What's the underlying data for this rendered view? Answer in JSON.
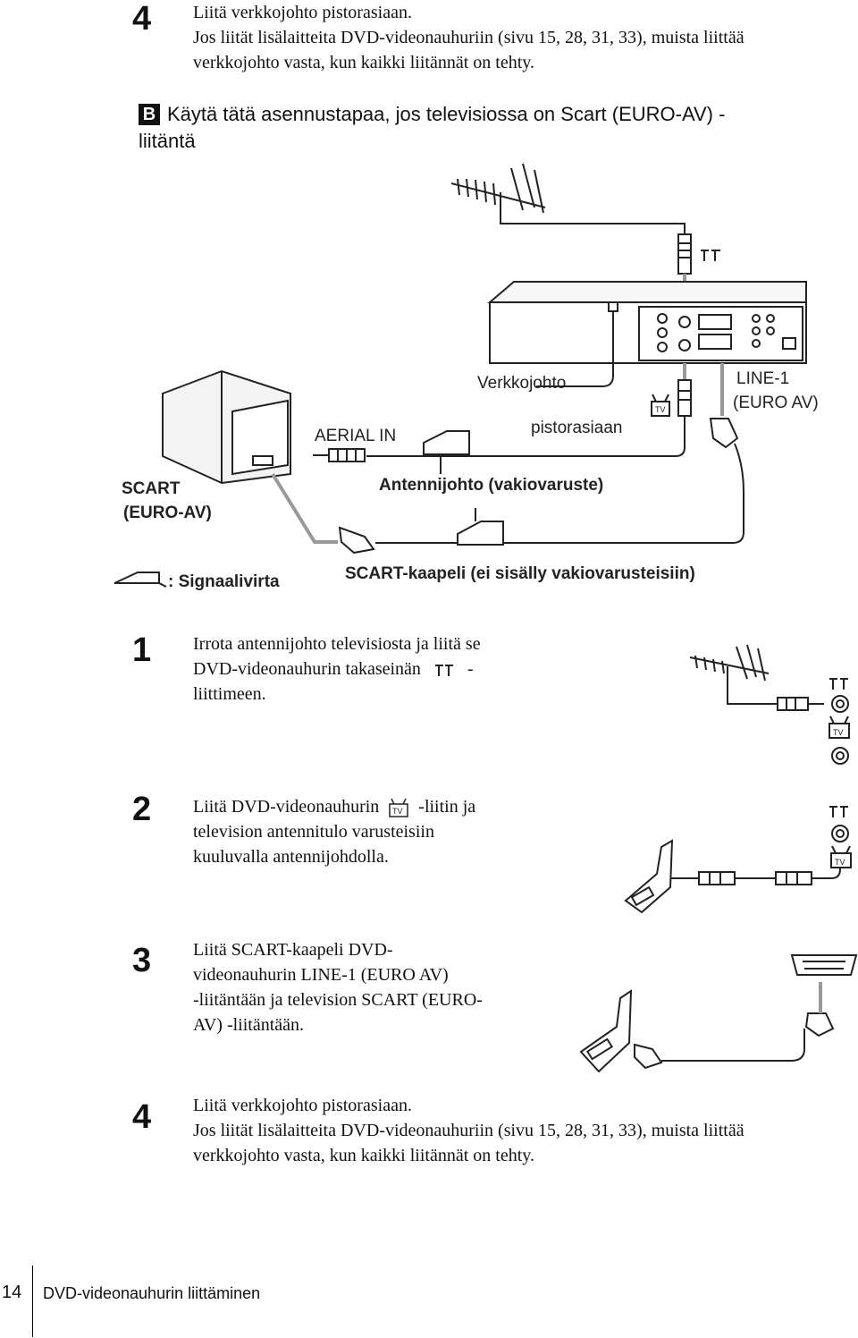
{
  "top_step": {
    "number": "4",
    "line1": "Liitä verkkojohto pistorasiaan.",
    "line2": "Jos liität lisälaitteita DVD-videonauhuriin (sivu 15, 28, 31, 33), muista liittää",
    "line3": "verkkojohto vasta, kun kaikki liitännät on tehty."
  },
  "section": {
    "badge": "B",
    "title_line1": "Käytä tätä asennustapaa, jos televisiossa on Scart (EURO-AV) -",
    "title_line2": "liitäntä"
  },
  "diagram": {
    "verkkojohto": "Verkkojohto",
    "pistorasiaan": "pistorasiaan",
    "line1_label": "LINE-1",
    "line1_sub": "(EURO AV)",
    "aerial_in": "AERIAL IN",
    "scart": "SCART",
    "scart_sub": "(EURO-AV)",
    "antennijohto": "Antennijohto (vakiovaruste)",
    "signaalivirta": ": Signaalivirta",
    "scart_kaapeli": "SCART-kaapeli (ei sisälly vakiovarusteisiin)"
  },
  "steps": [
    {
      "number": "1",
      "line1": "Irrota antennijohto televisiosta ja liitä se",
      "line2a": "DVD-videonauhurin takaseinän",
      "line2b": "-",
      "line3": "liittimeen."
    },
    {
      "number": "2",
      "line1a": "Liitä DVD-videonauhurin",
      "line1b": "-liitin ja",
      "line2": "television antennitulo varusteisiin",
      "line3": "kuuluvalla antennijohdolla."
    },
    {
      "number": "3",
      "line1": "Liitä SCART-kaapeli DVD-",
      "line2": "videonauhurin LINE-1 (EURO AV)",
      "line3": "-liitäntään ja television SCART (EURO-",
      "line4": "AV) -liitäntään."
    },
    {
      "number": "4",
      "line1": "Liitä verkkojohto pistorasiaan.",
      "line2": "Jos liität lisälaitteita DVD-videonauhuriin (sivu 15, 28, 31, 33), muista liittää",
      "line3": "verkkojohto vasta, kun kaikki liitännät on tehty."
    }
  ],
  "tv_icon_text": "TV",
  "footer": {
    "page_number": "14",
    "title": "DVD-videonauhurin liittäminen"
  }
}
